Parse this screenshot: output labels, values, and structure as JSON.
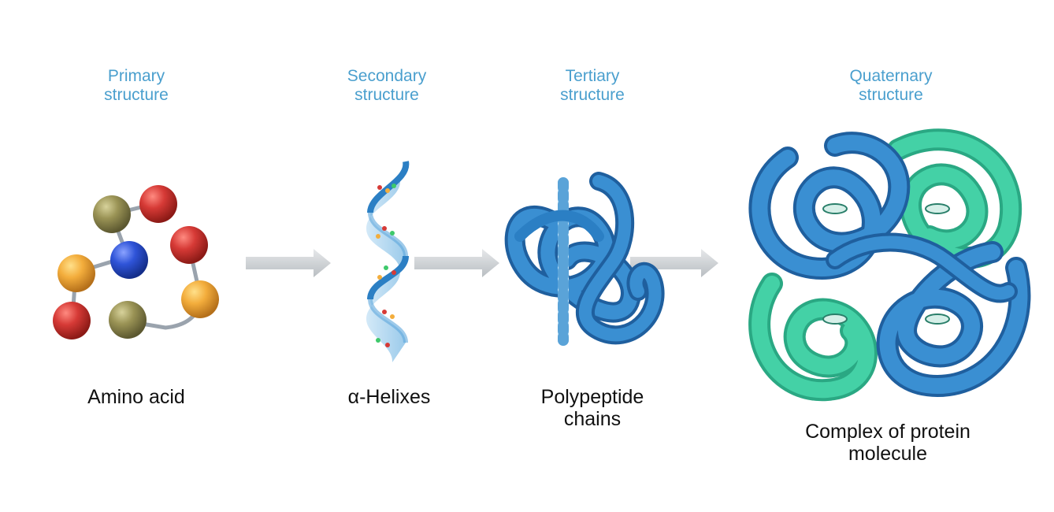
{
  "stages": [
    {
      "key": "primary",
      "heading": [
        "Primary",
        "structure"
      ],
      "caption": [
        "Amino acid"
      ]
    },
    {
      "key": "secondary",
      "heading": [
        "Secondary",
        "structure"
      ],
      "caption": [
        "α-Helixes"
      ]
    },
    {
      "key": "tertiary",
      "heading": [
        "Tertiary",
        "structure"
      ],
      "caption": [
        "Polypeptide",
        "chains"
      ]
    },
    {
      "key": "quaternary",
      "heading": [
        "Quaternary",
        "structure"
      ],
      "caption": [
        "Complex of protein",
        "molecule"
      ]
    }
  ],
  "colors": {
    "heading": "#4a9fce",
    "caption": "#111111",
    "arrow": "#cfd3d6",
    "blue_chain": "#2b7fc4",
    "green_chain": "#3ec9a0",
    "bead_red": "#d63a36",
    "bead_olive": "#9a9355",
    "bead_orange": "#f3ad3c",
    "bead_blue": "#2f54d8"
  },
  "icons": [
    "amino-acid-chain-icon",
    "alpha-helix-icon",
    "polypeptide-fold-icon",
    "protein-complex-icon",
    "right-arrow-icon"
  ]
}
